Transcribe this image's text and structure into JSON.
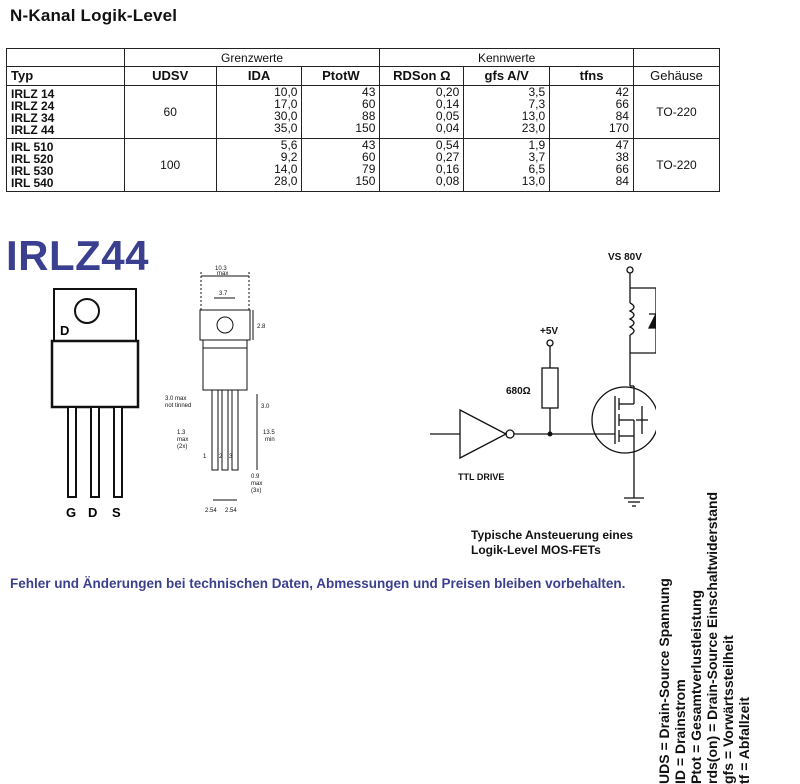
{
  "title": "N-Kanal Logik-Level",
  "table": {
    "group_headers": {
      "grenzwerte": "Grenzwerte",
      "kennwerte": "Kennwerte"
    },
    "columns": [
      "Typ",
      "UDSV",
      "IDA",
      "PtotW",
      "RDSon Ω",
      "gfs A/V",
      "tfns",
      "Gehäuse"
    ],
    "group1": {
      "types": [
        "IRLZ 14",
        "IRLZ 24",
        "IRLZ 34",
        "IRLZ 44"
      ],
      "uds": "60",
      "id": [
        "10,0",
        "17,0",
        "30,0",
        "35,0"
      ],
      "ptot": [
        "43",
        "60",
        "88",
        "150"
      ],
      "rds": [
        "0,20",
        "0,14",
        "0,05",
        "0,04"
      ],
      "gfs": [
        "3,5",
        "7,3",
        "13,0",
        "23,0"
      ],
      "tf": [
        "42",
        "66",
        "84",
        "170"
      ],
      "gehaeuse": "TO-220"
    },
    "group2": {
      "types": [
        "IRL 510",
        "IRL 520",
        "IRL 530",
        "IRL 540"
      ],
      "uds": "100",
      "id": [
        "5,6",
        "9,2",
        "14,0",
        "28,0"
      ],
      "ptot": [
        "43",
        "60",
        "79",
        "150"
      ],
      "rds": [
        "0,54",
        "0,27",
        "0,16",
        "0,08"
      ],
      "gfs": [
        "1,9",
        "3,7",
        "6,5",
        "13,0"
      ],
      "tf": [
        "47",
        "38",
        "66",
        "84"
      ],
      "gehaeuse": "TO-220"
    }
  },
  "part_heading": "IRLZ44",
  "package": {
    "d_label": "D",
    "pins": [
      "G",
      "D",
      "S"
    ]
  },
  "dims": {
    "width": "10.3",
    "width_sub": "max",
    "hole": "3.7",
    "tab": "2.8",
    "side1": "3.0 max",
    "side1b": "not tinned",
    "side2": "3.0",
    "lead_len": "13.5",
    "lead_len_sub": "min",
    "lead_w": "1.3",
    "lead_w_sub": "max",
    "lead_w_sub2": "(2x)",
    "pin_nums": [
      "1",
      "2",
      "3"
    ],
    "pin_w": "0.9",
    "pin_w_sub": "max",
    "pin_w_sub2": "(3x)",
    "pitch1": "2.54",
    "pitch2": "2.54"
  },
  "circuit": {
    "vs": "VS 80V",
    "v5": "+5V",
    "resistor": "680Ω",
    "drive": "TTL DRIVE"
  },
  "caption": [
    "Typische Ansteuerung eines",
    "Logik-Level MOS-FETs"
  ],
  "legend": [
    "UDS = Drain-Source Spannung",
    "ID = Drainstrom",
    "Ptot = Gesamtverlustleistung",
    "rds(on) = Drain-Source Einschaltwiderstand",
    "gfs = Vorwärtssteilheit",
    "tf = Abfallzeit"
  ],
  "footer": "Fehler und Änderungen bei technischen Daten, Abmessungen und Preisen bleiben vorbehalten."
}
